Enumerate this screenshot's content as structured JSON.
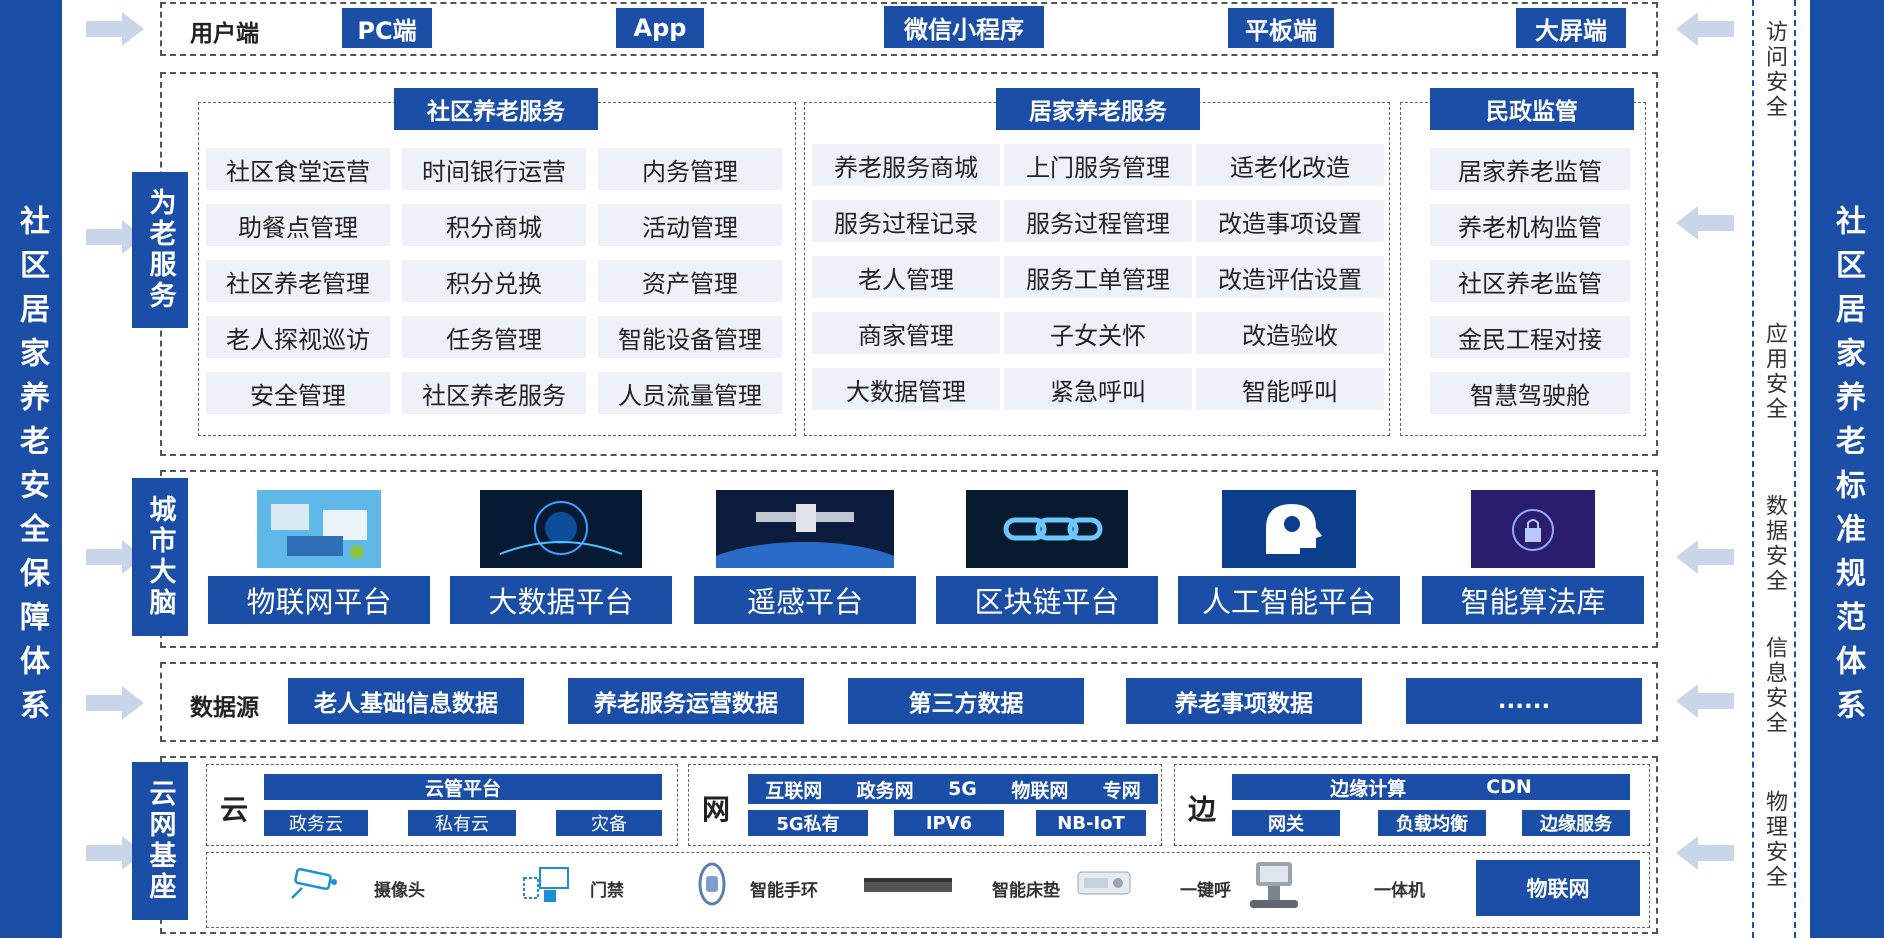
{
  "left_bar": "社区居家养老安全保障体系",
  "right_bar": "社区居家养老标准规范体系",
  "user_layer": {
    "label": "用户端",
    "items": [
      "PC端",
      "App",
      "微信小程序",
      "平板端",
      "大屏端"
    ]
  },
  "service_layer": {
    "side_label": "为老服务",
    "groups": [
      {
        "title": "社区养老服务",
        "rows": [
          [
            "社区食堂运营",
            "时间银行运营",
            "内务管理"
          ],
          [
            "助餐点管理",
            "积分商城",
            "活动管理"
          ],
          [
            "社区养老管理",
            "积分兑换",
            "资产管理"
          ],
          [
            "老人探视巡访",
            "任务管理",
            "智能设备管理"
          ],
          [
            "安全管理",
            "社区养老服务",
            "人员流量管理"
          ]
        ]
      },
      {
        "title": "居家养老服务",
        "rows": [
          [
            "养老服务商城",
            "上门服务管理",
            "适老化改造"
          ],
          [
            "服务过程记录",
            "服务过程管理",
            "改造事项设置"
          ],
          [
            "老人管理",
            "服务工单管理",
            "改造评估设置"
          ],
          [
            "商家管理",
            "子女关怀",
            "改造验收"
          ],
          [
            "大数据管理",
            "紧急呼叫",
            "智能呼叫"
          ]
        ]
      },
      {
        "title": "民政监管",
        "rows": [
          [
            "居家养老监管"
          ],
          [
            "养老机构监管"
          ],
          [
            "社区养老监管"
          ],
          [
            "金民工程对接"
          ],
          [
            "智慧驾驶舱"
          ]
        ]
      }
    ]
  },
  "brain_layer": {
    "side_label": "城市大脑",
    "platforms": [
      "物联网平台",
      "大数据平台",
      "遥感平台",
      "区块链平台",
      "人工智能平台",
      "智能算法库"
    ]
  },
  "data_layer": {
    "label": "数据源",
    "items": [
      "老人基础信息数据",
      "养老服务运营数据",
      "第三方数据",
      "养老事项数据",
      "......"
    ]
  },
  "infra_layer": {
    "side_label": "云网基座",
    "cloud": {
      "label": "云",
      "top": "云管平台",
      "items": [
        "政务云",
        "私有云",
        "灾备"
      ]
    },
    "net": {
      "label": "网",
      "top": [
        "互联网",
        "政务网",
        "5G",
        "物联网",
        "专网"
      ],
      "items": [
        "5G私有",
        "IPV6",
        "NB-IoT"
      ]
    },
    "edge": {
      "label": "边",
      "top": [
        "边缘计算",
        "CDN"
      ],
      "items": [
        "网关",
        "负载均衡",
        "边缘服务"
      ]
    },
    "devices": [
      "摄像头",
      "门禁",
      "智能手环",
      "智能床垫",
      "一键呼",
      "一体机"
    ],
    "iot": "物联网"
  },
  "security_items": [
    "访问安全",
    "应用安全",
    "数据安全",
    "信息安全",
    "物理安全"
  ],
  "colors": {
    "primary": "#1b4ea6",
    "cell": "#eef1f7",
    "arrow": "#c9d6ea"
  }
}
